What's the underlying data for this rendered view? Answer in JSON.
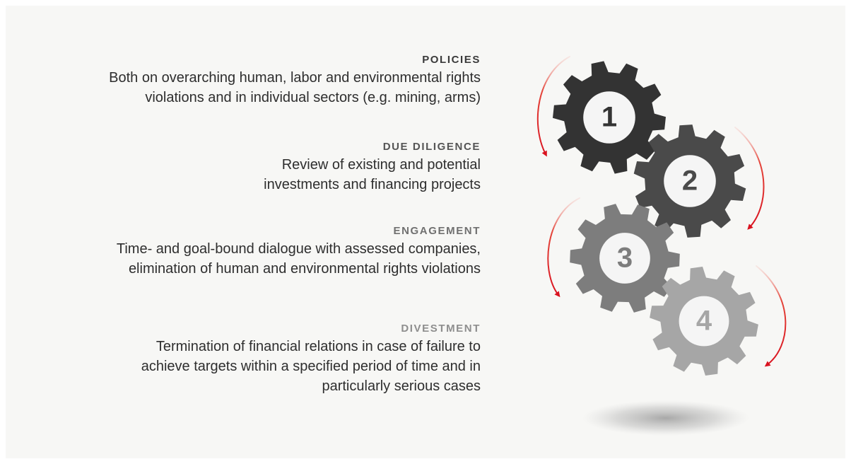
{
  "steps": [
    {
      "title": "POLICIES",
      "lines": [
        "Both on overarching human, labor and environmental rights",
        "violations and in individual sectors (e.g. mining, arms)"
      ]
    },
    {
      "title": "DUE DILIGENCE",
      "lines": [
        "Review of existing and potential",
        "investments and financing projects"
      ]
    },
    {
      "title": "ENGAGEMENT",
      "lines": [
        "Time- and goal-bound dialogue with assessed companies,",
        "elimination of human and environmental rights violations"
      ]
    },
    {
      "title": "DIVESTMENT",
      "lines": [
        "Termination of financial relations in case of failure to",
        "achieve targets within a specified period of time and in",
        "particularly serious cases"
      ]
    }
  ],
  "gears": [
    {
      "number": "1",
      "color": "#333333"
    },
    {
      "number": "2",
      "color": "#4a4a4a"
    },
    {
      "number": "3",
      "color": "#7d7d7d"
    },
    {
      "number": "4",
      "color": "#a6a6a6"
    }
  ],
  "colors": {
    "background": "#f7f7f5",
    "arrow": "#d9121f",
    "gear_center": "#f5f5f5"
  }
}
